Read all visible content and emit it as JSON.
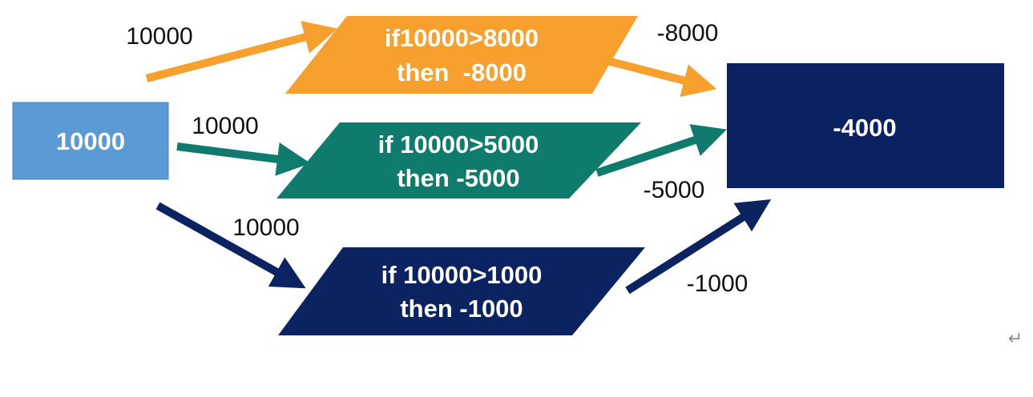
{
  "colors": {
    "orange": "#F7A02D",
    "teal": "#0F7B6C",
    "navy": "#0B2360",
    "light_blue": "#5B9BD5",
    "result_navy": "#0A2262"
  },
  "input_node": {
    "label": "10000"
  },
  "conditions": [
    {
      "line1": "if10000>8000",
      "line2": "then  -8000",
      "color": "orange"
    },
    {
      "line1": "if 10000>5000",
      "line2": "then -5000",
      "color": "teal"
    },
    {
      "line1": "if 10000>1000",
      "line2": "then -1000",
      "color": "navy"
    }
  ],
  "input_edge_labels": [
    "10000",
    "10000",
    "10000"
  ],
  "output_edge_labels": [
    "-8000",
    "-5000",
    "-1000"
  ],
  "result_node": {
    "label": "-4000"
  },
  "paragraph_mark": "↵"
}
